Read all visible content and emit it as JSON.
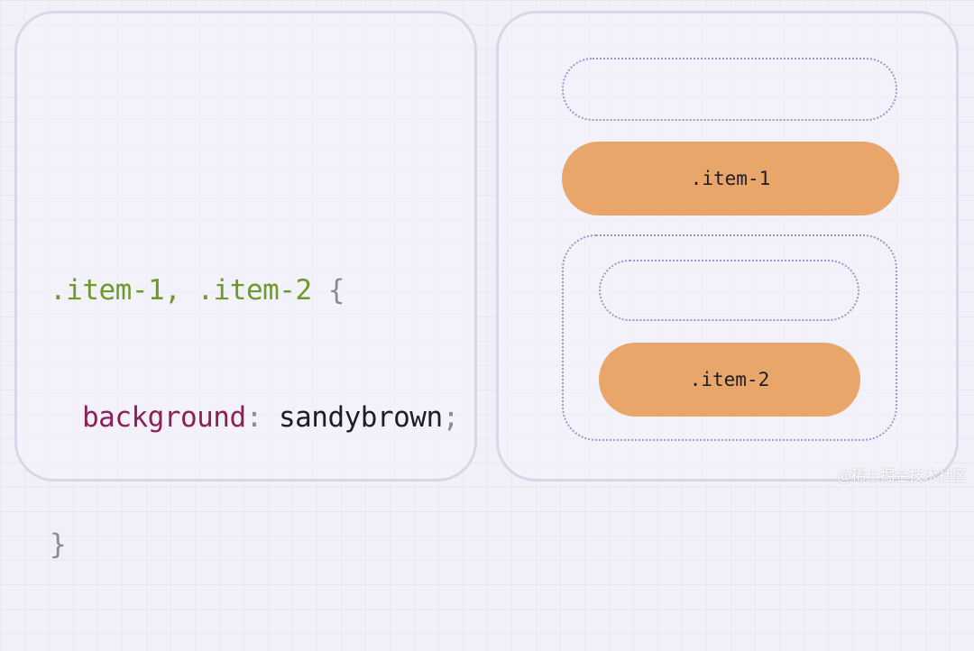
{
  "code": {
    "selector": ".item-1, .item-2",
    "open_brace": "{",
    "property": "background",
    "colon": ":",
    "value": "sandybrown",
    "semicolon": ";",
    "close_brace": "}"
  },
  "preview": {
    "item_1_label": ".item-1",
    "item_2_label": ".item-2"
  },
  "colors": {
    "item_background": "#e9a66a",
    "selector": "#6e9a2b",
    "property": "#8c1f58",
    "dotted_border": "#9c95d2"
  },
  "watermark": "@稀土掘金技术社区"
}
